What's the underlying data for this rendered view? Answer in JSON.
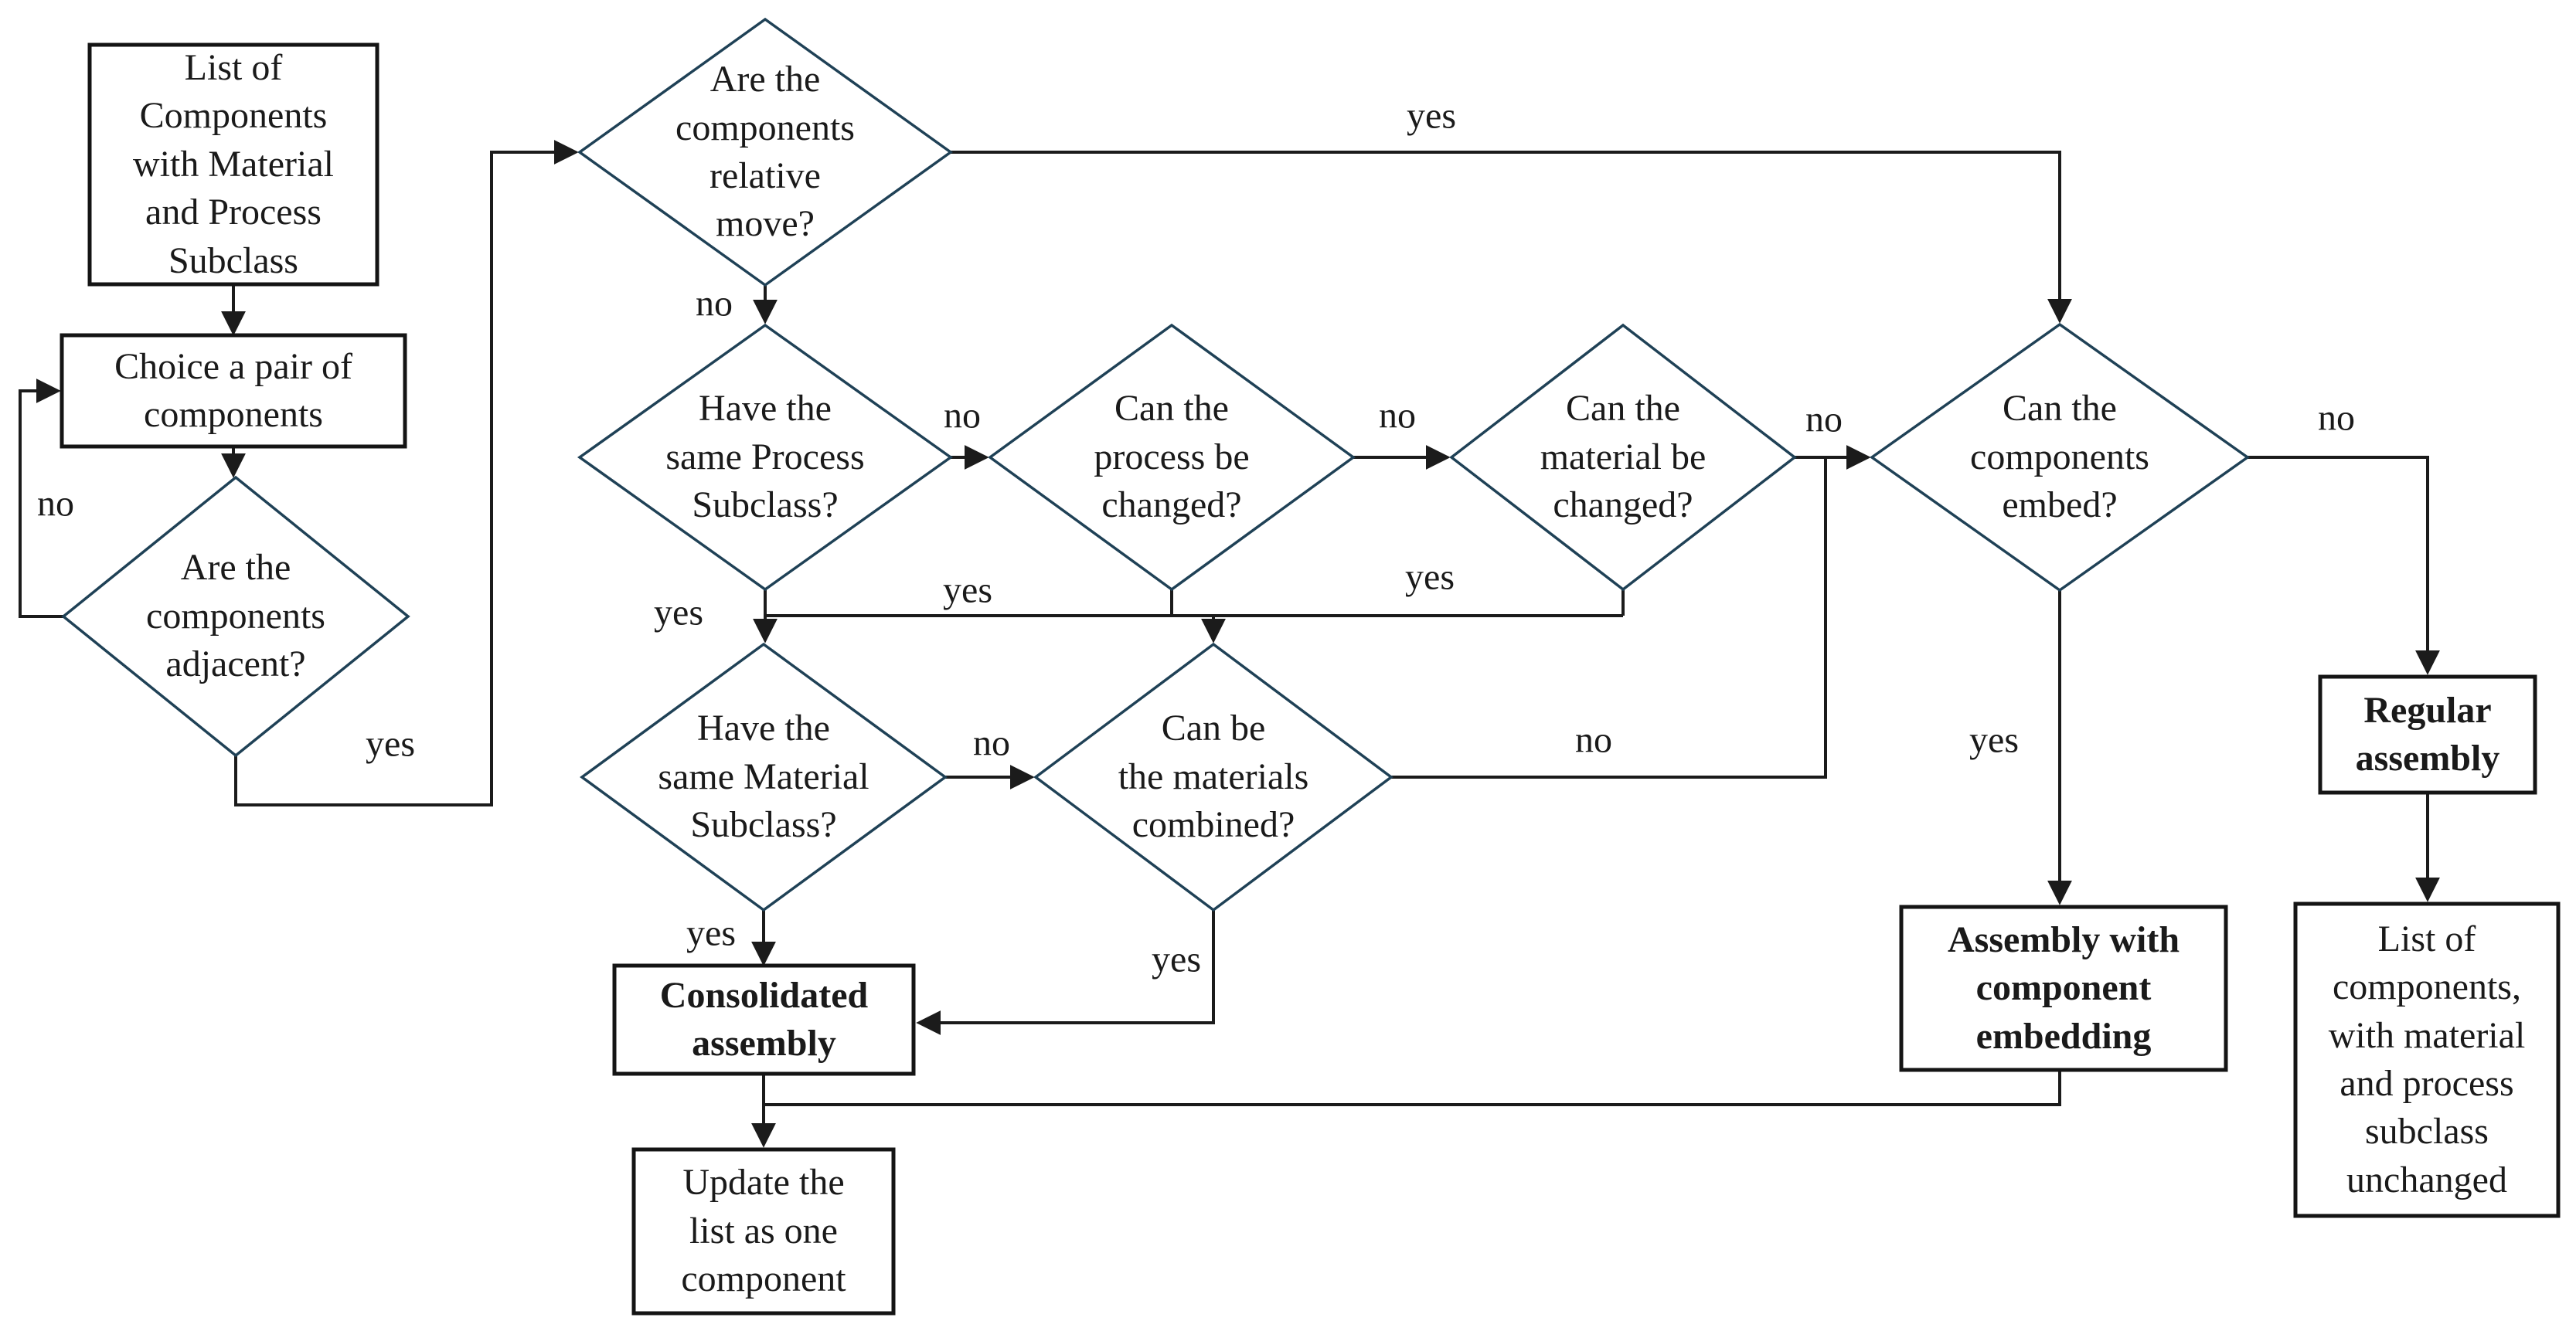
{
  "figure_type": "flowchart",
  "colors": {
    "background": "#ffffff",
    "diamond_stroke": "#1f4156",
    "box_stroke": "#141414",
    "line": "#1b1b1b",
    "text": "#1a1a1a"
  },
  "nodes": {
    "list_start": {
      "shape": "rect",
      "text": "List of\nComponents\nwith Material\nand Process\nSubclass"
    },
    "choice": {
      "shape": "rect",
      "text": "Choice a pair of\ncomponents"
    },
    "adjacent": {
      "shape": "diamond",
      "text": "Are the\ncomponents\nadjacent?"
    },
    "relative_move": {
      "shape": "diamond",
      "text": "Are the\ncomponents\nrelative\nmove?"
    },
    "process_subclass": {
      "shape": "diamond",
      "text": "Have the\nsame Process\nSubclass?"
    },
    "process_changed": {
      "shape": "diamond",
      "text": "Can the\nprocess be\nchanged?"
    },
    "material_changed": {
      "shape": "diamond",
      "text": "Can the\nmaterial be\nchanged?"
    },
    "embed": {
      "shape": "diamond",
      "text": "Can the\ncomponents\nembed?"
    },
    "material_subclass": {
      "shape": "diamond",
      "text": "Have the\nsame Material\nSubclass?"
    },
    "materials_combined": {
      "shape": "diamond",
      "text": "Can be\nthe materials\ncombined?"
    },
    "consolidated": {
      "shape": "rect",
      "emphasis": "bold",
      "text": "Consolidated\nassembly"
    },
    "embedding": {
      "shape": "rect",
      "emphasis": "bold",
      "text": "Assembly with\ncomponent\nembedding"
    },
    "regular": {
      "shape": "rect",
      "emphasis": "bold",
      "text": "Regular\nassembly"
    },
    "update": {
      "shape": "rect",
      "text": "Update the\nlist as one\ncomponent"
    },
    "list_end": {
      "shape": "rect",
      "text": "List of\ncomponents,\nwith material\nand process\nsubclass\nunchanged"
    }
  },
  "edges": {
    "start_to_choice": {
      "from": "list_start",
      "to": "choice",
      "label": ""
    },
    "choice_to_adjacent": {
      "from": "choice",
      "to": "adjacent",
      "label": ""
    },
    "adjacent_no": {
      "from": "adjacent",
      "to": "choice",
      "label": "no"
    },
    "adjacent_yes": {
      "from": "adjacent",
      "to": "relative_move",
      "label": "yes"
    },
    "relative_move_no": {
      "from": "relative_move",
      "to": "process_subclass",
      "label": "no"
    },
    "relative_move_yes": {
      "from": "relative_move",
      "to": "embed",
      "label": "yes"
    },
    "process_subclass_no": {
      "from": "process_subclass",
      "to": "process_changed",
      "label": "no"
    },
    "process_subclass_yes": {
      "from": "process_subclass",
      "to": "material_subclass",
      "label": "yes"
    },
    "process_changed_no": {
      "from": "process_changed",
      "to": "material_changed",
      "label": "no"
    },
    "process_changed_yes": {
      "from": "process_changed",
      "to": "material_subclass",
      "label": "yes"
    },
    "material_changed_no": {
      "from": "material_changed",
      "to": "embed",
      "label": "no"
    },
    "material_changed_yes": {
      "from": "material_changed",
      "to": "materials_combined",
      "label": "yes"
    },
    "material_subclass_no": {
      "from": "material_subclass",
      "to": "materials_combined",
      "label": "no"
    },
    "material_subclass_yes": {
      "from": "material_subclass",
      "to": "consolidated",
      "label": "yes"
    },
    "materials_combined_no": {
      "from": "materials_combined",
      "to": "embed",
      "label": "no"
    },
    "materials_combined_yes": {
      "from": "materials_combined",
      "to": "consolidated",
      "label": "yes"
    },
    "embed_no": {
      "from": "embed",
      "to": "regular",
      "label": "no"
    },
    "embed_yes": {
      "from": "embed",
      "to": "embedding",
      "label": "yes"
    },
    "consolidated_to_update": {
      "from": "consolidated",
      "to": "update",
      "label": ""
    },
    "embedding_to_update": {
      "from": "embedding",
      "to": "update",
      "label": ""
    },
    "regular_to_list_end": {
      "from": "regular",
      "to": "list_end",
      "label": ""
    }
  }
}
